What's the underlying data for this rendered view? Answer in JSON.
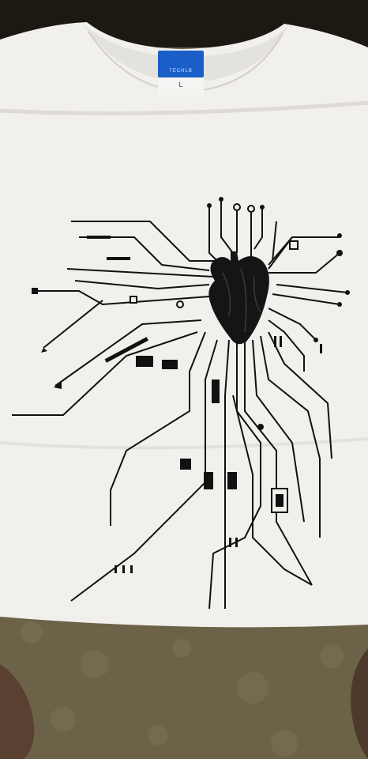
{
  "image": {
    "subject": "white-t-shirt-with-circuit-heart-print",
    "colors": {
      "shirt": "#f1f0ec",
      "shirt_shadow": "#d9d6cf",
      "print": "#111111",
      "label_blue": "#1a5fc8",
      "carpet": "#6b6248"
    }
  },
  "label": {
    "brand": "TECHLB",
    "size": "L"
  }
}
